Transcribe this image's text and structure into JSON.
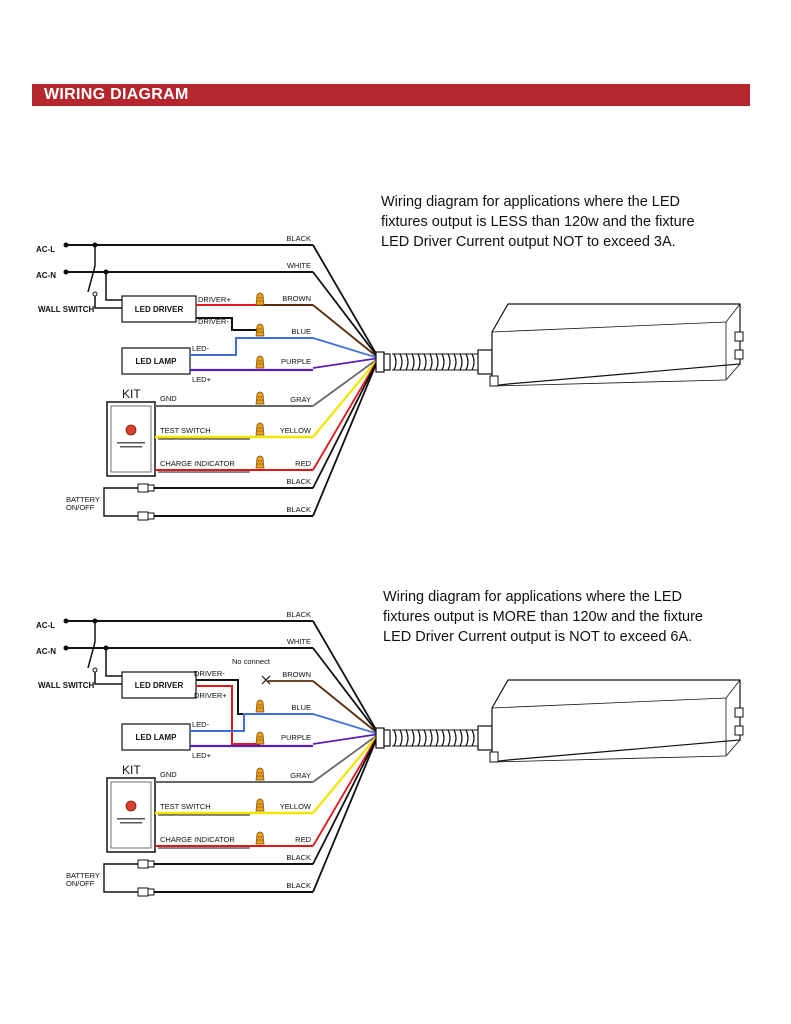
{
  "header": {
    "title": "WIRING DIAGRAM"
  },
  "captions": [
    [
      "Wiring diagram for applications where the LED",
      "fixtures output is LESS than 120w and the fixture",
      "LED Driver Current output NOT to exceed 3A."
    ],
    [
      "Wiring diagram for applications where the LED",
      "fixtures output is MORE than 120w and the fixture",
      "LED Driver Current output is NOT to exceed 6A."
    ]
  ],
  "labels": {
    "ac_l": "AC-L",
    "ac_n": "AC-N",
    "wall_switch": "WALL SWITCH",
    "led_driver": "LED DRIVER",
    "led_lamp": "LED LAMP",
    "kit": "KIT",
    "gnd": "GND",
    "test_switch": "TEST SWITCH",
    "charge_indicator": "CHARGE INDICATOR",
    "battery_line1": "BATTERY",
    "battery_line2": "ON/OFF",
    "led_minus": "LED-",
    "led_plus": "LED+",
    "no_connect": "No connect"
  },
  "diagrams": [
    {
      "driver_top": "DRIVER+",
      "driver_bottom": "DRIVER-"
    },
    {
      "driver_top": "DRIVER-",
      "driver_bottom": "DRIVER+"
    }
  ],
  "wire_labels": [
    "BLACK",
    "WHITE",
    "BROWN",
    "BLUE",
    "PURPLE",
    "GRAY",
    "YELLOW",
    "RED",
    "BLACK",
    "BLACK"
  ],
  "colors": {
    "banner": "#b5272d",
    "black": "#111111",
    "brown": "#5a2d0c",
    "blue": "#3f6fd8",
    "purple": "#5a1fb8",
    "gray": "#666666",
    "yellow": "#f2e600",
    "red": "#e0181b",
    "nut": "#e8a020"
  }
}
